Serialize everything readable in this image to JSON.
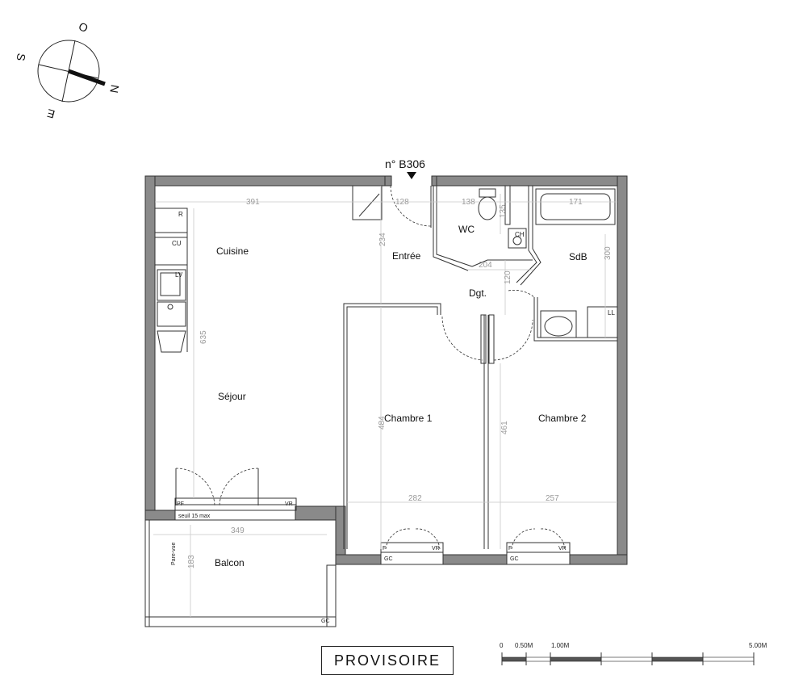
{
  "unit_label": "n° B306",
  "stamp": "PROVISOIRE",
  "compass": {
    "n": "N",
    "s": "S",
    "e": "E",
    "o": "O"
  },
  "rooms": {
    "cuisine": "Cuisine",
    "sejour": "Séjour",
    "entree": "Entrée",
    "wc": "WC",
    "sdb": "SdB",
    "dgt": "Dgt.",
    "chambre1": "Chambre 1",
    "chambre2": "Chambre 2",
    "balcon": "Balcon"
  },
  "dimensions": {
    "sejour_width": "391",
    "entree_width": "128",
    "wc_width": "138",
    "wc_height": "135",
    "bath_width": "171",
    "entree_height": "234",
    "dgt_width": "204",
    "sdb_height": "300",
    "dgt_height": "120",
    "sejour_height": "635",
    "ch1_height": "484",
    "ch2_height": "461",
    "ch1_width": "282",
    "ch2_width": "257",
    "balcon_width": "349",
    "balcon_height": "183"
  },
  "fixtures": {
    "r": "R",
    "cu": "CU",
    "lv": "LV",
    "ch": "CH",
    "ll": "LL",
    "pf": "PF",
    "vr": "VR",
    "f": "F",
    "gc": "GC",
    "seuil": "seuil 15 max",
    "pare_vue": "Pare-vue"
  },
  "scale": {
    "label_0": "0",
    "label_1": "0.50M",
    "label_2": "1.00M",
    "label_3": "5.00M"
  }
}
